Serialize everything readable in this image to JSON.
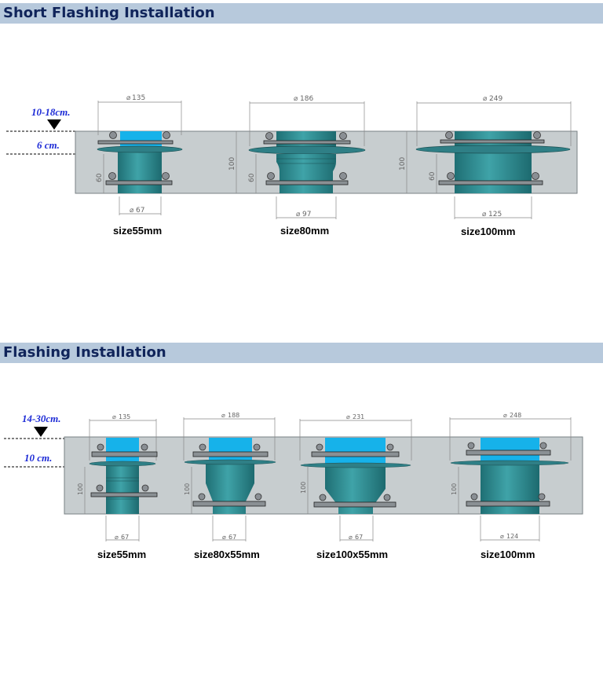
{
  "sections": [
    {
      "title": "Short Flashing Installation",
      "depth_label": "10-18cm.",
      "layer_label": "6 cm.",
      "height_label": "100",
      "lower_label": "60",
      "items": [
        {
          "name": "size55mm",
          "top_diameter": "135",
          "bottom_diameter": "67"
        },
        {
          "name": "size80mm",
          "top_diameter": "186",
          "bottom_diameter": "97"
        },
        {
          "name": "size100mm",
          "top_diameter": "249",
          "bottom_diameter": "125"
        }
      ]
    },
    {
      "title": "Flashing Installation",
      "depth_label": "14-30cm.",
      "layer_label": "10 cm.",
      "height_label": "100",
      "items": [
        {
          "name": "size55mm",
          "top_diameter": "135",
          "bottom_diameter": "67"
        },
        {
          "name": "size80x55mm",
          "top_diameter": "188",
          "bottom_diameter": "67"
        },
        {
          "name": "size100x55mm",
          "top_diameter": "231",
          "bottom_diameter": "67"
        },
        {
          "name": "size100mm",
          "top_diameter": "248",
          "bottom_diameter": "124"
        }
      ]
    }
  ],
  "colors": {
    "header_bg": "#b7c9dc",
    "header_text": "#10245a",
    "slab": "#c7cdcf",
    "pipe_teal": "#2d8d92",
    "insert_blue": "#16b2ea",
    "label_blue": "#1d2bd6"
  }
}
